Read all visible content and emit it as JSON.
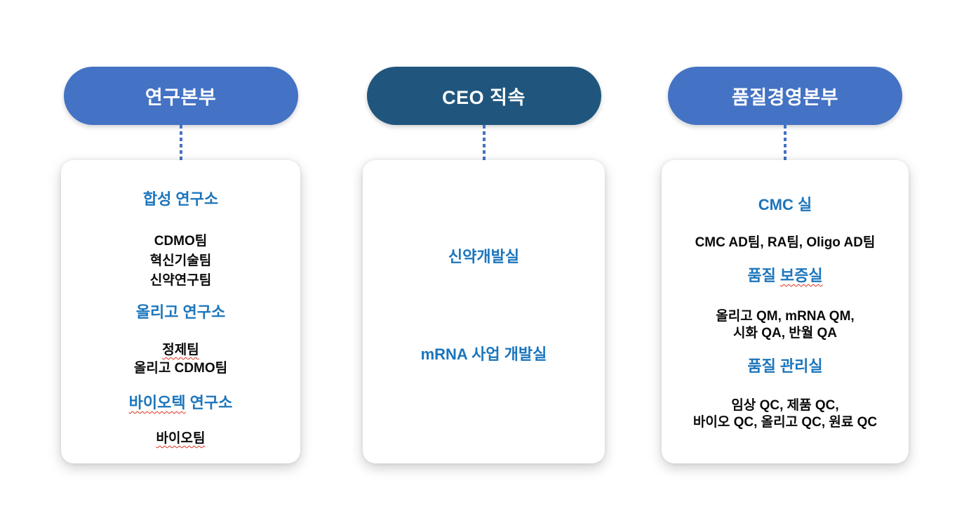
{
  "page": {
    "background": "#FFFFFF"
  },
  "colors": {
    "blue": "#4472C4",
    "dark": "#20567E",
    "heading": "#1B75BC",
    "connector": "#4472C4",
    "body_text": "#0A0A0A",
    "spellcheck": "#E0301E"
  },
  "columns": [
    {
      "title": "연구본부",
      "theme": "blue",
      "sections": [
        {
          "heading": {
            "text": "합성 연구소"
          },
          "items": [
            {
              "text": "CDMO팀"
            },
            {
              "text": "혁신기술팀"
            },
            {
              "text": "신약연구팀"
            }
          ]
        },
        {
          "heading": {
            "text": "올리고 연구소"
          },
          "items": [
            {
              "text": "정제팀",
              "wavy": "정제팀"
            },
            {
              "text": "올리고 CDMO팀"
            }
          ]
        },
        {
          "heading": {
            "text": "바이오텍 연구소",
            "wavy": "바이오텍"
          },
          "items": [
            {
              "text": "바이오팀",
              "wavy": "바이오팀"
            }
          ]
        }
      ]
    },
    {
      "title": "CEO 직속",
      "theme": "dark",
      "sections": [
        {
          "heading": {
            "text": "신약개발실"
          },
          "items": []
        },
        {
          "heading": {
            "text": "mRNA 사업 개발실"
          },
          "items": []
        }
      ]
    },
    {
      "title": "품질경영본부",
      "theme": "blue",
      "sections": [
        {
          "heading": {
            "text": "CMC 실"
          },
          "items": [
            {
              "text": "CMC AD팀, RA팀, Oligo AD팀"
            }
          ]
        },
        {
          "heading": {
            "text": "품질 보증실",
            "wavy": "보증실"
          },
          "items": [
            {
              "text": "올리고 QM, mRNA QM,"
            },
            {
              "text": "시화 QA, 반월 QA"
            }
          ]
        },
        {
          "heading": {
            "text": "품질 관리실"
          },
          "items": [
            {
              "text": "임상 QC, 제품 QC,"
            },
            {
              "text": "바이오 QC, 올리고 QC, 원료 QC"
            }
          ]
        }
      ]
    }
  ]
}
